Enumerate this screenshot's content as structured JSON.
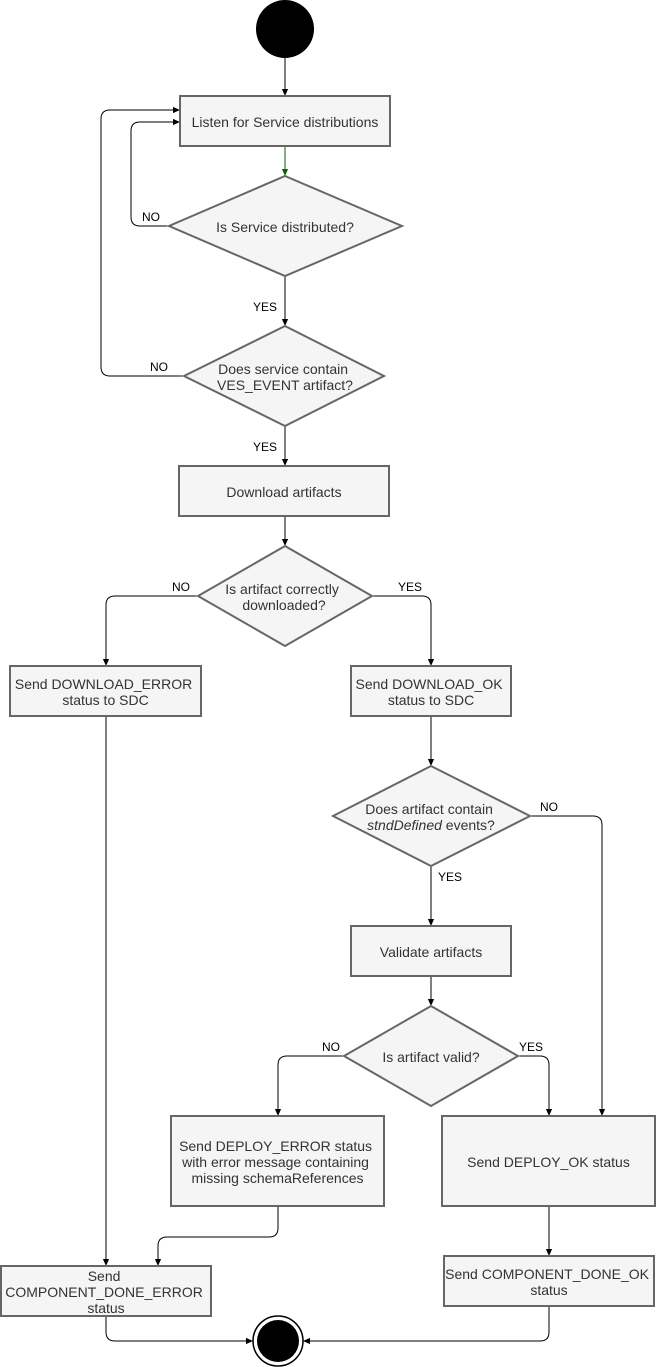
{
  "nodes": {
    "listen": {
      "lines": [
        "Listen for Service distributions"
      ]
    },
    "is_distributed": {
      "lines": [
        "Is Service distributed?"
      ]
    },
    "contains_ves": {
      "lines": [
        "Does service contain",
        "VES_EVENT artifact?"
      ]
    },
    "download": {
      "lines": [
        "Download artifacts"
      ]
    },
    "download_ok_q": {
      "lines": [
        "Is artifact correctly",
        "downloaded?"
      ]
    },
    "send_dl_error": {
      "lines": [
        "Send DOWNLOAD_ERROR",
        "status to SDC"
      ]
    },
    "send_dl_ok": {
      "lines": [
        "Send DOWNLOAD_OK",
        "status to SDC"
      ]
    },
    "stnd_q": {
      "line1": "Does artifact contain",
      "line2_italic": "stndDefined",
      "line2_rest": " events?"
    },
    "validate": {
      "lines": [
        "Validate artifacts"
      ]
    },
    "valid_q": {
      "lines": [
        "Is artifact valid?"
      ]
    },
    "deploy_error": {
      "lines": [
        "Send DEPLOY_ERROR status",
        "with error message containing",
        "missing schemaReferences"
      ]
    },
    "deploy_ok": {
      "lines": [
        "Send DEPLOY_OK status"
      ]
    },
    "done_error": {
      "lines": [
        "Send",
        "COMPONENT_DONE_ERROR",
        "status"
      ]
    },
    "done_ok": {
      "lines": [
        "Send COMPONENT_DONE_OK",
        "status"
      ]
    }
  },
  "edge_labels": {
    "distributed_no": "NO",
    "distributed_yes": "YES",
    "ves_no": "NO",
    "ves_yes": "YES",
    "download_no": "NO",
    "download_yes": "YES",
    "stnd_no": "NO",
    "stnd_yes": "YES",
    "valid_no": "NO",
    "valid_yes": "YES"
  },
  "colors": {
    "node_fill": "#f5f5f5",
    "node_stroke": "#666666",
    "text": "#333333",
    "edge": "#000000",
    "edge_green": "#006600",
    "terminal": "#000000"
  }
}
